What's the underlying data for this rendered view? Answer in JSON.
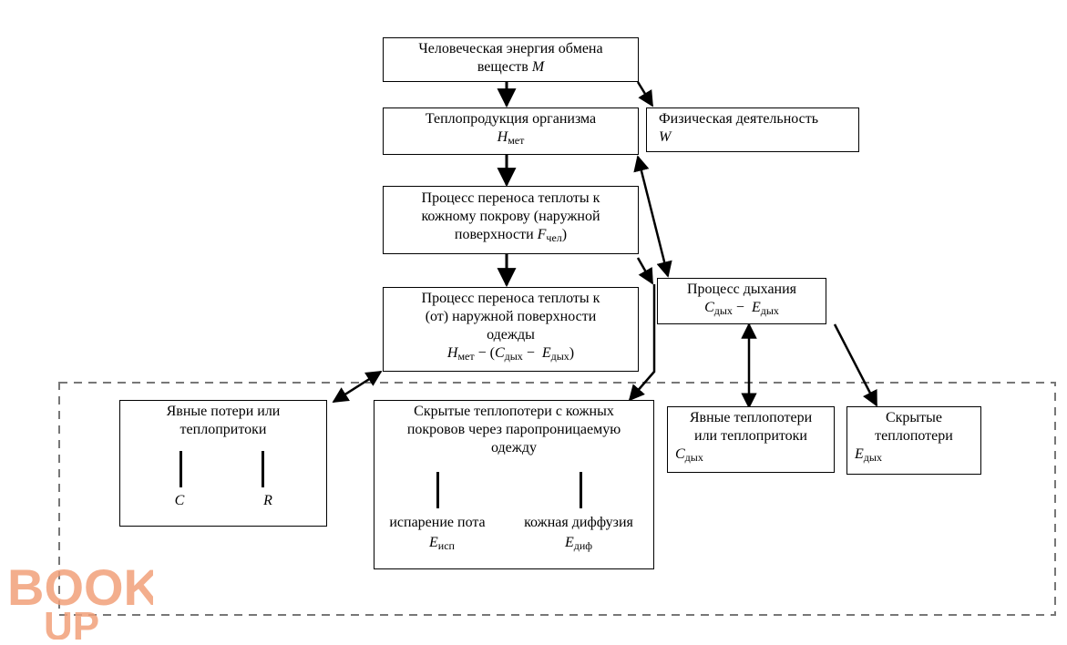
{
  "boxes": {
    "metabolism": {
      "line1": "Человеческая энергия обмена",
      "line2": "веществ ",
      "symbol": "M"
    },
    "heat_production": {
      "line1": "Теплопродукция организма",
      "symbol": "H",
      "sub": "мет"
    },
    "physical": {
      "line1": "Физическая деятельность",
      "symbol": "W"
    },
    "skin_transfer": {
      "line1": "Процесс переноса теплоты к",
      "line2": "кожному покрову (наружной",
      "line3_pre": "поверхности ",
      "symbol": "F",
      "sub": "чел",
      "line3_post": ")"
    },
    "clothing_transfer": {
      "line1": "Процесс переноса теплоты к",
      "line2": "(от) наружной поверхности",
      "line3": "одежды",
      "f_H": "H",
      "f_H_sub": "мет",
      "f_mid": " − (",
      "f_C": "C",
      "f_C_sub": "дых",
      "f_minus": " −  ",
      "f_E": "E",
      "f_E_sub": "дых",
      "f_end": ")"
    },
    "breathing": {
      "line1": "Процесс дыхания",
      "f_C": "C",
      "f_C_sub": "дых",
      "f_minus": " −  ",
      "f_E": "E",
      "f_E_sub": "дых"
    },
    "sensible_losses": {
      "line1": "Явные потери или",
      "line2": "теплопритоки",
      "c_symbol": "C",
      "r_symbol": "R"
    },
    "latent_skin": {
      "line1": "Скрытые теплопотери с кожных",
      "line2": "покровов через паропроницаемую",
      "line3": "одежду",
      "sweat_label": "испарение пота",
      "sweat_symbol": "E",
      "sweat_sub": "исп",
      "diffusion_label": "кожная диффузия",
      "diffusion_symbol": "E",
      "diffusion_sub": "диф"
    },
    "resp_sensible": {
      "line1": "Явные теплопотери",
      "line2": "или теплопритоки",
      "symbol": "C",
      "sub": "дых"
    },
    "resp_latent": {
      "line1": "Скрытые",
      "line2": "теплопотери",
      "symbol": "E",
      "sub": "дых"
    }
  },
  "watermark": {
    "top": "BOOK",
    "bottom": "UP",
    "color": "#f2a07a"
  }
}
